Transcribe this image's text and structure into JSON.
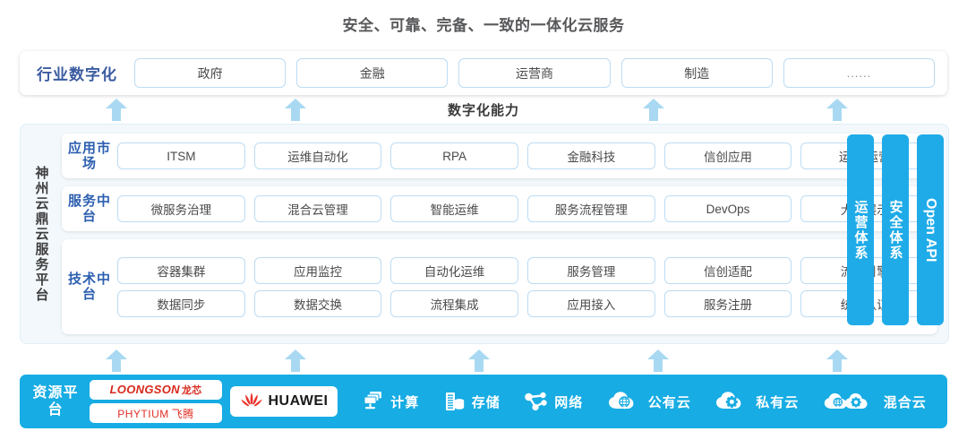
{
  "title": "安全、可靠、完备、一致的一体化云服务",
  "capability_label": "数字化能力",
  "industry": {
    "label": "行业数字化",
    "items": [
      {
        "label": "政府"
      },
      {
        "label": "金融"
      },
      {
        "label": "运营商"
      },
      {
        "label": "制造"
      },
      {
        "label": "......"
      }
    ]
  },
  "platform": {
    "label": "神州云鼎云服务平台",
    "sections": [
      {
        "label": "应用市场",
        "rows": [
          [
            "ITSM",
            "运维自动化",
            "RPA",
            "金融科技",
            "信创应用",
            "运维/运营"
          ]
        ]
      },
      {
        "label": "服务中台",
        "rows": [
          [
            "微服务治理",
            "混合云管理",
            "智能运维",
            "服务流程管理",
            "DevOps",
            "大屏展示"
          ]
        ]
      },
      {
        "label": "技术中台",
        "rows": [
          [
            "容器集群",
            "应用监控",
            "自动化运维",
            "服务管理",
            "信创适配",
            "流程引擎"
          ],
          [
            "数据同步",
            "数据交换",
            "流程集成",
            "应用接入",
            "服务注册",
            "统一认证"
          ]
        ]
      }
    ],
    "vertical_columns": [
      {
        "label": "运营体系",
        "latin": false
      },
      {
        "label": "安全体系",
        "latin": false
      },
      {
        "label": "Open API",
        "latin": true
      }
    ]
  },
  "resource": {
    "label": "资源平台",
    "vendor_logos": [
      {
        "name": "LOONGSON",
        "suffix": "龙芯"
      },
      {
        "name": "PHYTIUM",
        "suffix": "飞腾"
      },
      {
        "name": "HUAWEI",
        "suffix": ""
      }
    ],
    "items": [
      {
        "label": "计算",
        "icon": "compute-icon"
      },
      {
        "label": "存储",
        "icon": "storage-icon"
      },
      {
        "label": "网络",
        "icon": "network-icon"
      },
      {
        "label": "公有云",
        "icon": "public-cloud-icon"
      },
      {
        "label": "私有云",
        "icon": "private-cloud-icon"
      },
      {
        "label": "混合云",
        "icon": "hybrid-cloud-icon"
      }
    ]
  },
  "colors": {
    "accent_blue": "#17ace3",
    "arrow_blue": "#a9d9f2",
    "label_blue": "#2d5fb0",
    "industry_label_blue": "#3a5ba0",
    "panel_bg": "#f2f8fc",
    "box_border": "#bcdcf3",
    "title_gray": "#58595b",
    "vendor_red": "#d8291c"
  },
  "arrows": {
    "upper": [
      130,
      330,
      730,
      935
    ],
    "lower": [
      130,
      330,
      535,
      735,
      935
    ]
  }
}
